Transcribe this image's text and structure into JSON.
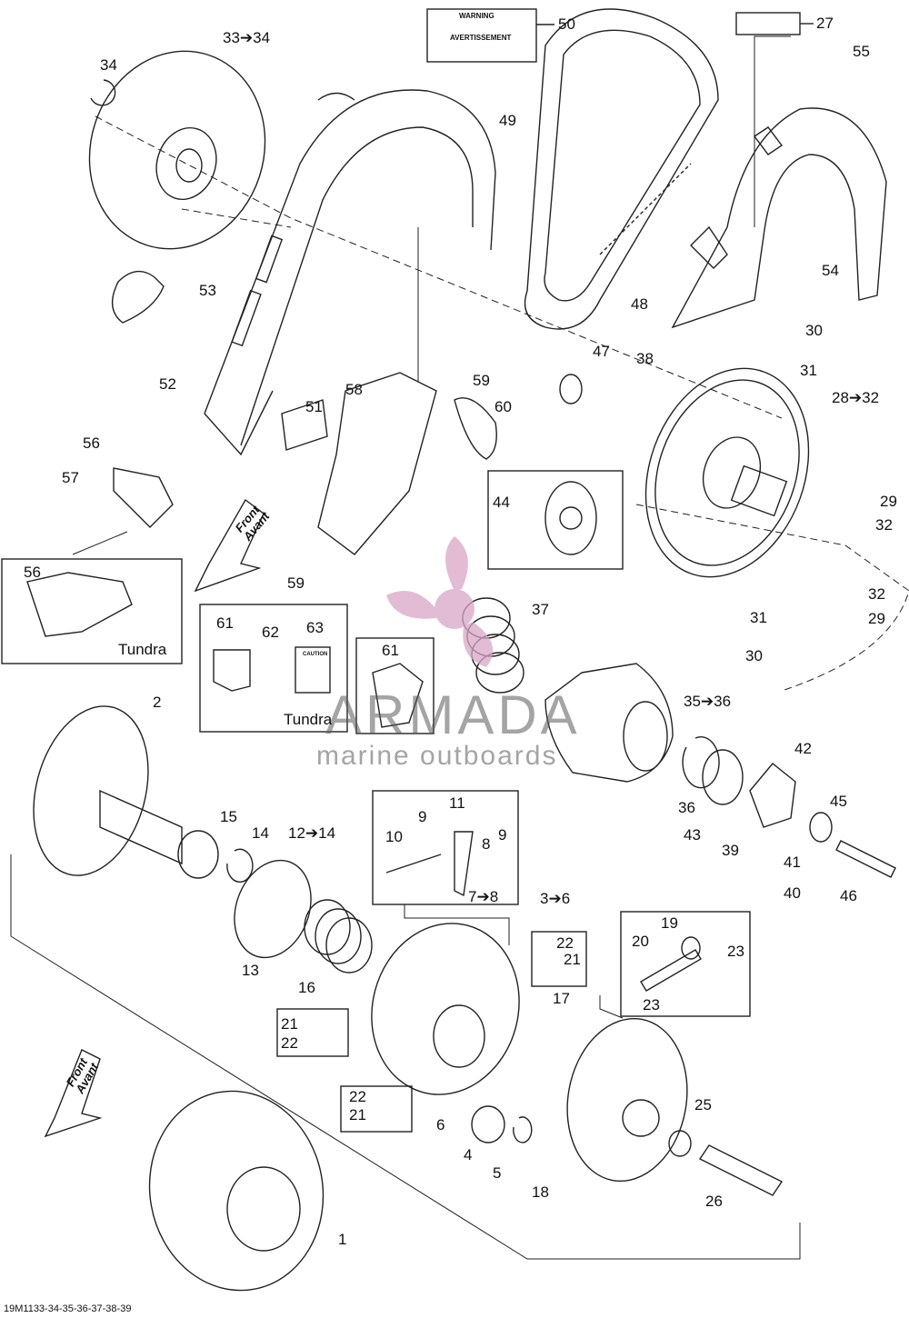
{
  "labels": {
    "l1": "1",
    "l2": "2",
    "l3to6": "3➔6",
    "l4": "4",
    "l5": "5",
    "l6": "6",
    "l7to8": "7➔8",
    "l8": "8",
    "l9a": "9",
    "l9b": "9",
    "l10": "10",
    "l11": "11",
    "l12to14": "12➔14",
    "l13": "13",
    "l14": "14",
    "l15": "15",
    "l16": "16",
    "l17": "17",
    "l18": "18",
    "l19": "19",
    "l20": "20",
    "l21a": "21",
    "l21b": "21",
    "l21c": "21",
    "l22a": "22",
    "l22b": "22",
    "l22c": "22",
    "l23a": "23",
    "l23b": "23",
    "l25": "25",
    "l26": "26",
    "l27": "27",
    "l28to32": "28➔32",
    "l29a": "29",
    "l29b": "29",
    "l30a": "30",
    "l30b": "30",
    "l31a": "31",
    "l31b": "31",
    "l32a": "32",
    "l32b": "32",
    "l33to34": "33➔34",
    "l34": "34",
    "l35to36": "35➔36",
    "l36": "36",
    "l37": "37",
    "l38": "38",
    "l39": "39",
    "l40": "40",
    "l41": "41",
    "l42": "42",
    "l43": "43",
    "l44": "44",
    "l45": "45",
    "l46": "46",
    "l47": "47",
    "l48": "48",
    "l49": "49",
    "l50": "50",
    "l51": "51",
    "l52": "52",
    "l53": "53",
    "l54": "54",
    "l55": "55",
    "l56a": "56",
    "l56b": "56",
    "l57": "57",
    "l58": "58",
    "l59a": "59",
    "l59b": "59",
    "l60": "60",
    "l61a": "61",
    "l61b": "61",
    "l62": "62",
    "l63": "63"
  },
  "insets": {
    "tundra_bracket": "Tundra",
    "tundra_parts": "Tundra"
  },
  "front_arrows": {
    "top": "Front Avant",
    "bottom": "Front Avant"
  },
  "warning_labels": {
    "warning": "WARNING",
    "avertissement": "AVERTISSEMENT",
    "caution": "CAUTION"
  },
  "watermark": {
    "brand": "ARMADA",
    "tagline": "marine outboards",
    "color": "#d9a6c6"
  },
  "diagram_code": "19M1133-34-35-36-37-38-39"
}
